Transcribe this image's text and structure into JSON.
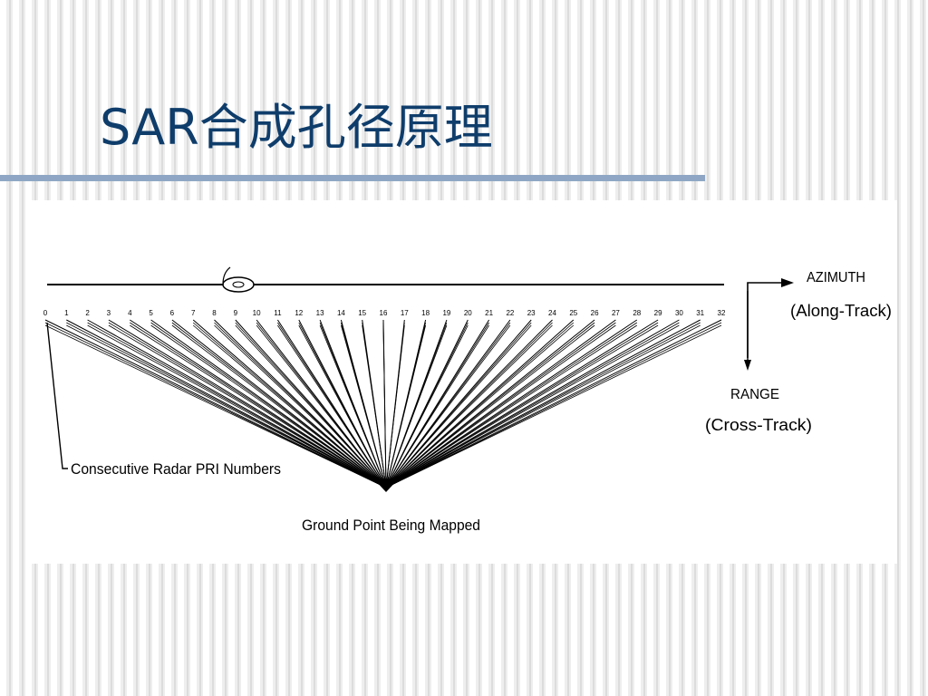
{
  "slide": {
    "title": "SAR合成孔径原理"
  },
  "diagram": {
    "azimuth_label": "AZIMUTH",
    "along_track_label": "(Along-Track)",
    "range_label": "RANGE",
    "cross_track_label": "(Cross-Track)",
    "pri_label": "Consecutive Radar PRI Numbers",
    "ground_point_label": "Ground Point Being Mapped",
    "pri_numbers": [
      "0",
      "1",
      "2",
      "3",
      "4",
      "5",
      "6",
      "7",
      "8",
      "9",
      "10",
      "11",
      "12",
      "13",
      "14",
      "15",
      "16",
      "17",
      "18",
      "19",
      "20",
      "21",
      "22",
      "23",
      "24",
      "25",
      "26",
      "27",
      "28",
      "29",
      "30",
      "31",
      "32"
    ],
    "colors": {
      "lines": "#000000",
      "panel": "#ffffff",
      "title": "#0f3d6b",
      "rule": "#8fa7c4"
    }
  }
}
